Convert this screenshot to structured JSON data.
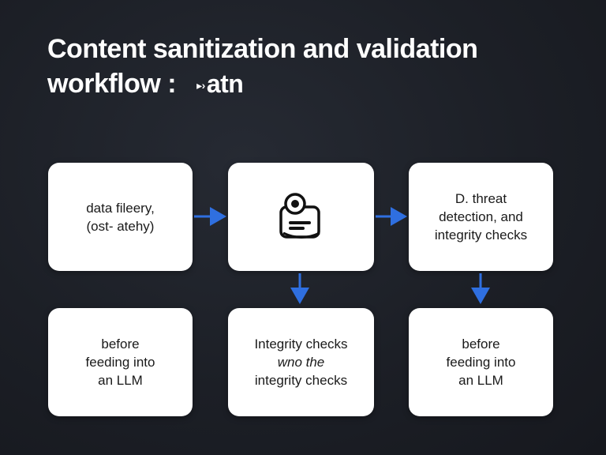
{
  "title": {
    "line1": "Content sanitization and validation",
    "line2": "workflow :",
    "marker": "▸›",
    "suffix": "atn"
  },
  "colors": {
    "background": "#1c1f26",
    "card": "#ffffff",
    "arrow": "#2f6fe0",
    "text": "#1a1a1a"
  },
  "cards": [
    {
      "lines": [
        "data fileery,",
        "(ost- atehy)"
      ]
    },
    {
      "icon": "document-lock-icon"
    },
    {
      "lines": [
        "D. threat",
        "detection, and",
        "integrity checks"
      ]
    },
    {
      "lines": [
        "before",
        "feeding into",
        "an LLM"
      ]
    },
    {
      "lines": [
        "Integrity checks",
        "wno the",
        "integrity checks"
      ]
    },
    {
      "lines": [
        "before",
        "feeding into",
        "an LLM"
      ]
    }
  ]
}
